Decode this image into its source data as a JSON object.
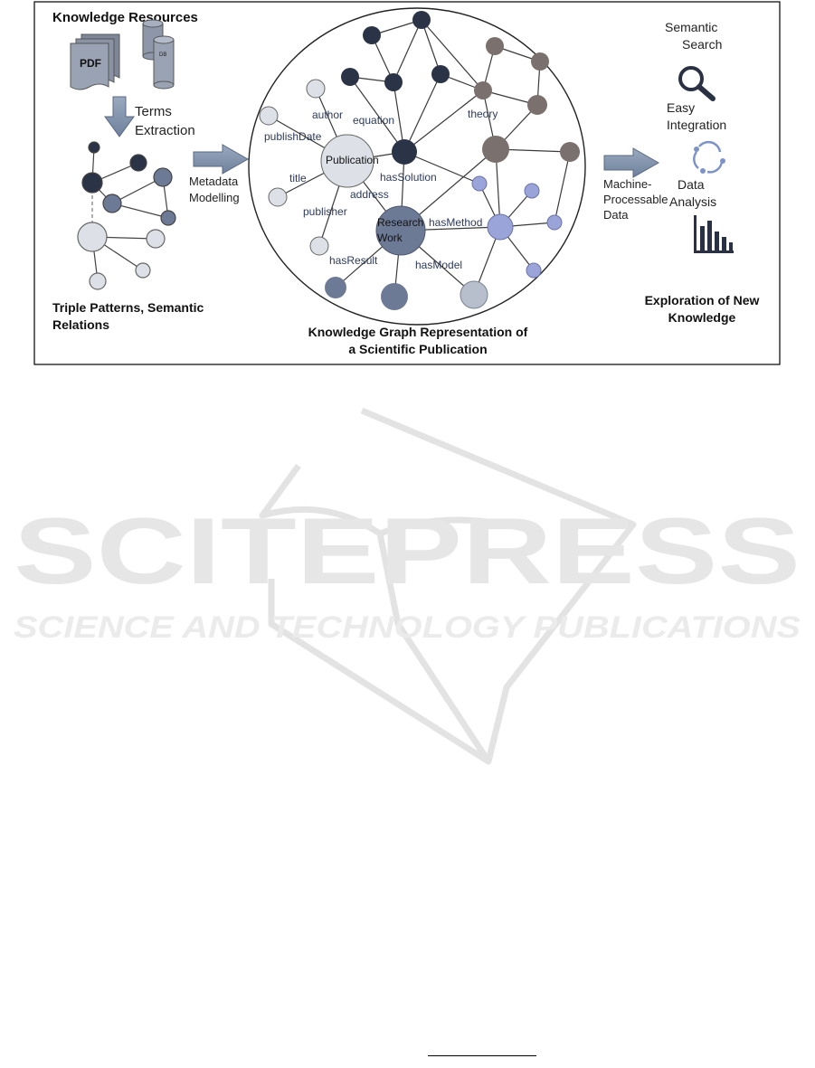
{
  "figure": {
    "knowledge_resources": "Knowledge Resources",
    "pdf_label": "PDF",
    "db_label": "DB",
    "terms_extraction": [
      "Terms",
      "Extraction"
    ],
    "triple_patterns": [
      "Triple Patterns, Semantic",
      "Relations"
    ],
    "metadata_modelling": [
      "Metadata",
      "Modelling"
    ],
    "kg_caption": [
      "Knowledge Graph Representation of",
      "a Scientific Publication"
    ],
    "machine_processable": [
      "Machine-",
      "Processable",
      "Data"
    ],
    "semantic_search": [
      "Semantic",
      "Search"
    ],
    "easy_integration": [
      "Easy",
      "Integration"
    ],
    "data_analysis": [
      "Data",
      "Analysis"
    ],
    "exploration": [
      "Exploration of New",
      "Knowledge"
    ],
    "node_publication": "Publication",
    "node_research_work": [
      "Research",
      "Work"
    ],
    "edge_labels": {
      "author": "author",
      "equation": "equation",
      "theory": "theory",
      "publishDate": "publishDate",
      "title": "title",
      "address": "address",
      "hasSolution": "hasSolution",
      "publisher": "publisher",
      "hasMethod": "hasMethod",
      "hasResult": "hasResult",
      "hasModel": "hasModel"
    },
    "colors": {
      "dark_navy": "#2b3447",
      "gray_brown": "#7a706d",
      "light_gray": "#dde0e6",
      "slate_blue": "#6d7a96",
      "periwinkle": "#9aa4d8",
      "pale_blue": "#b7bfcc",
      "arrow": "#8596ae",
      "edge_text": "#2c3a5c"
    }
  },
  "watermark": {
    "brand": "SCITEPRESS",
    "tagline": "SCIENCE AND TECHNOLOGY PUBLICATIONS"
  }
}
